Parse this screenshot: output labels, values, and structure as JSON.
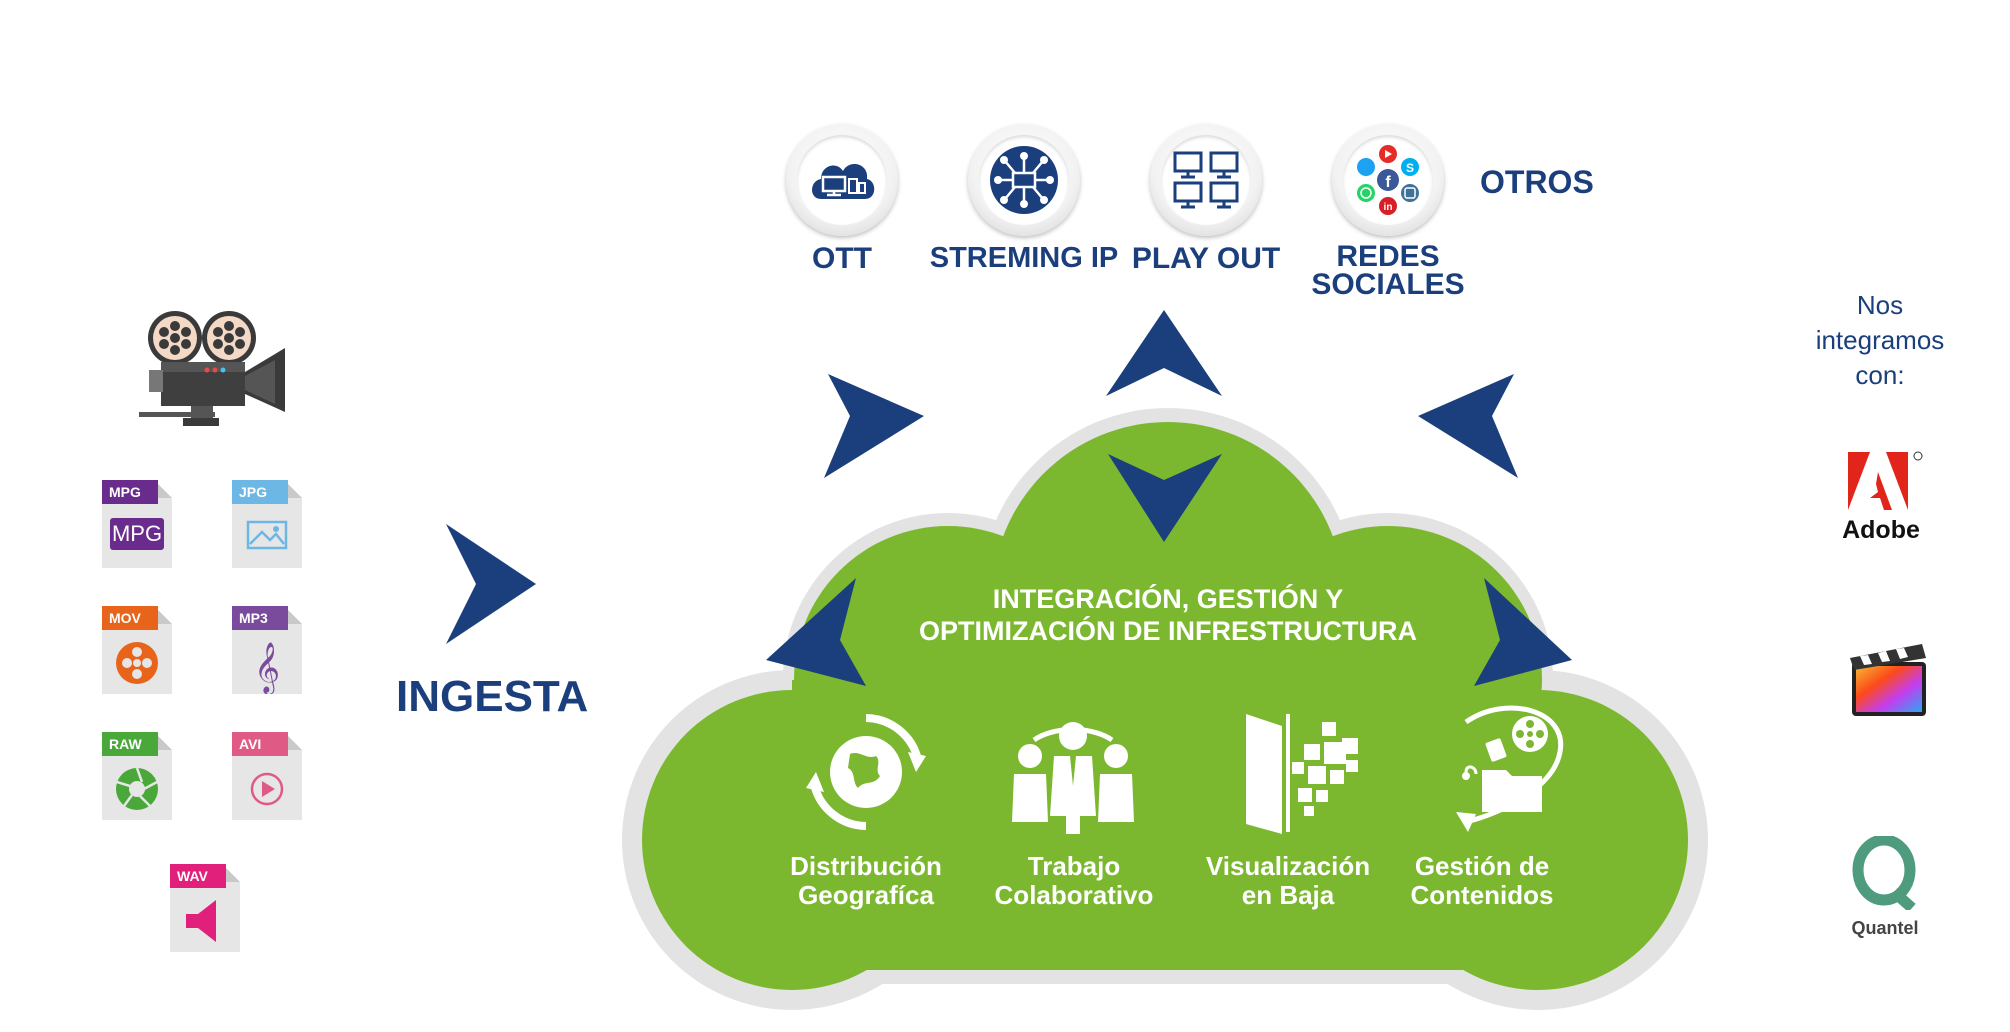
{
  "top_outputs": [
    {
      "label": "OTT",
      "icon": "cloud-devices-icon"
    },
    {
      "label": "STREMING IP",
      "icon": "network-hub-icon"
    },
    {
      "label": "PLAY OUT",
      "icon": "monitors-icon"
    },
    {
      "label": "REDES SOCIALES",
      "line1": "REDES",
      "line2": "SOCIALES",
      "icon": "social-networks-icon"
    }
  ],
  "otros_label": "OTROS",
  "ingest": {
    "label": "INGESTA",
    "formats": [
      {
        "tag": "MPG",
        "color": "#6a2c8c"
      },
      {
        "tag": "JPG",
        "color": "#6cb7e4"
      },
      {
        "tag": "MOV",
        "color": "#e8641b"
      },
      {
        "tag": "MP3",
        "color": "#7a4a9c"
      },
      {
        "tag": "RAW",
        "color": "#4aa83a"
      },
      {
        "tag": "AVI",
        "color": "#e05a86"
      },
      {
        "tag": "WAV",
        "color": "#e0207a"
      }
    ],
    "mpg_body_text": "MPG"
  },
  "cloud": {
    "title_line1": "INTEGRACIÓN, GESTIÓN Y",
    "title_line2": "OPTIMIZACIÓN DE INFRESTRUCTURA",
    "features": [
      {
        "line1": "Distribución",
        "line2": "Geografíca",
        "icon": "globe-sync-icon"
      },
      {
        "line1": "Trabajo",
        "line2": "Colaborativo",
        "icon": "team-icon"
      },
      {
        "line1": "Visualización",
        "line2": "en Baja",
        "icon": "pixel-door-icon"
      },
      {
        "line1": "Gestión de",
        "line2": "Contenidos",
        "icon": "content-folder-icon"
      }
    ]
  },
  "partners": {
    "heading_line1": "Nos",
    "heading_line2": "integramos",
    "heading_line3": "con:",
    "adobe": "Adobe",
    "quantel": "Quantel"
  },
  "colors": {
    "navy": "#1b3f7c",
    "green": "#7cb82f",
    "cloud_shadow": "#e3e3e3"
  }
}
